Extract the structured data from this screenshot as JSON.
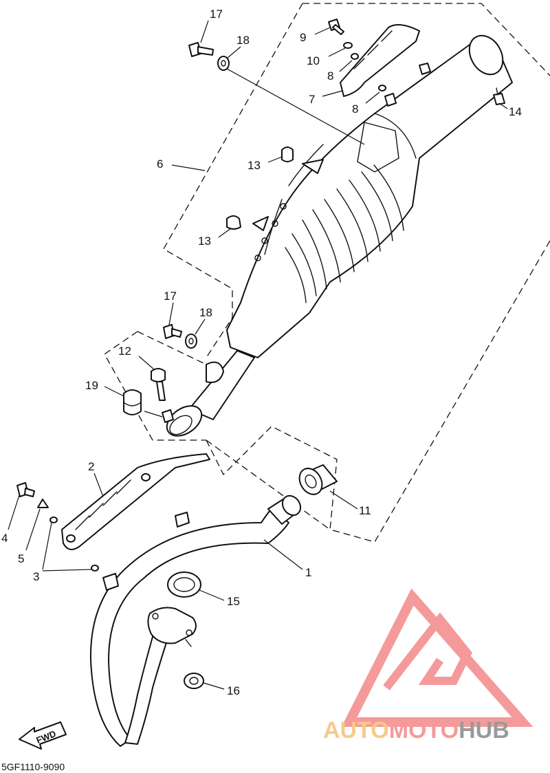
{
  "diagram": {
    "code": "5GF1110-9090",
    "fwd_label": "FWD",
    "callouts": [
      {
        "id": "c1",
        "text": "1"
      },
      {
        "id": "c2",
        "text": "2"
      },
      {
        "id": "c3",
        "text": "3"
      },
      {
        "id": "c4",
        "text": "4"
      },
      {
        "id": "c5",
        "text": "5"
      },
      {
        "id": "c6",
        "text": "6"
      },
      {
        "id": "c7",
        "text": "7"
      },
      {
        "id": "c8a",
        "text": "8"
      },
      {
        "id": "c8b",
        "text": "8"
      },
      {
        "id": "c9",
        "text": "9"
      },
      {
        "id": "c10",
        "text": "10"
      },
      {
        "id": "c11",
        "text": "11"
      },
      {
        "id": "c12",
        "text": "12"
      },
      {
        "id": "c13a",
        "text": "13"
      },
      {
        "id": "c13b",
        "text": "13"
      },
      {
        "id": "c14",
        "text": "14"
      },
      {
        "id": "c15",
        "text": "15"
      },
      {
        "id": "c16",
        "text": "16"
      },
      {
        "id": "c17a",
        "text": "17"
      },
      {
        "id": "c17b",
        "text": "17"
      },
      {
        "id": "c18a",
        "text": "18"
      },
      {
        "id": "c18b",
        "text": "18"
      },
      {
        "id": "c19",
        "text": "19"
      }
    ]
  },
  "watermark": {
    "part1": "AUTO",
    "part2": "MOTO",
    "part3": "HUB",
    "color1": "#f7c98a",
    "color2": "#f59a9a",
    "color3": "#9a9a9a",
    "logo_color": "#f59a9a"
  }
}
